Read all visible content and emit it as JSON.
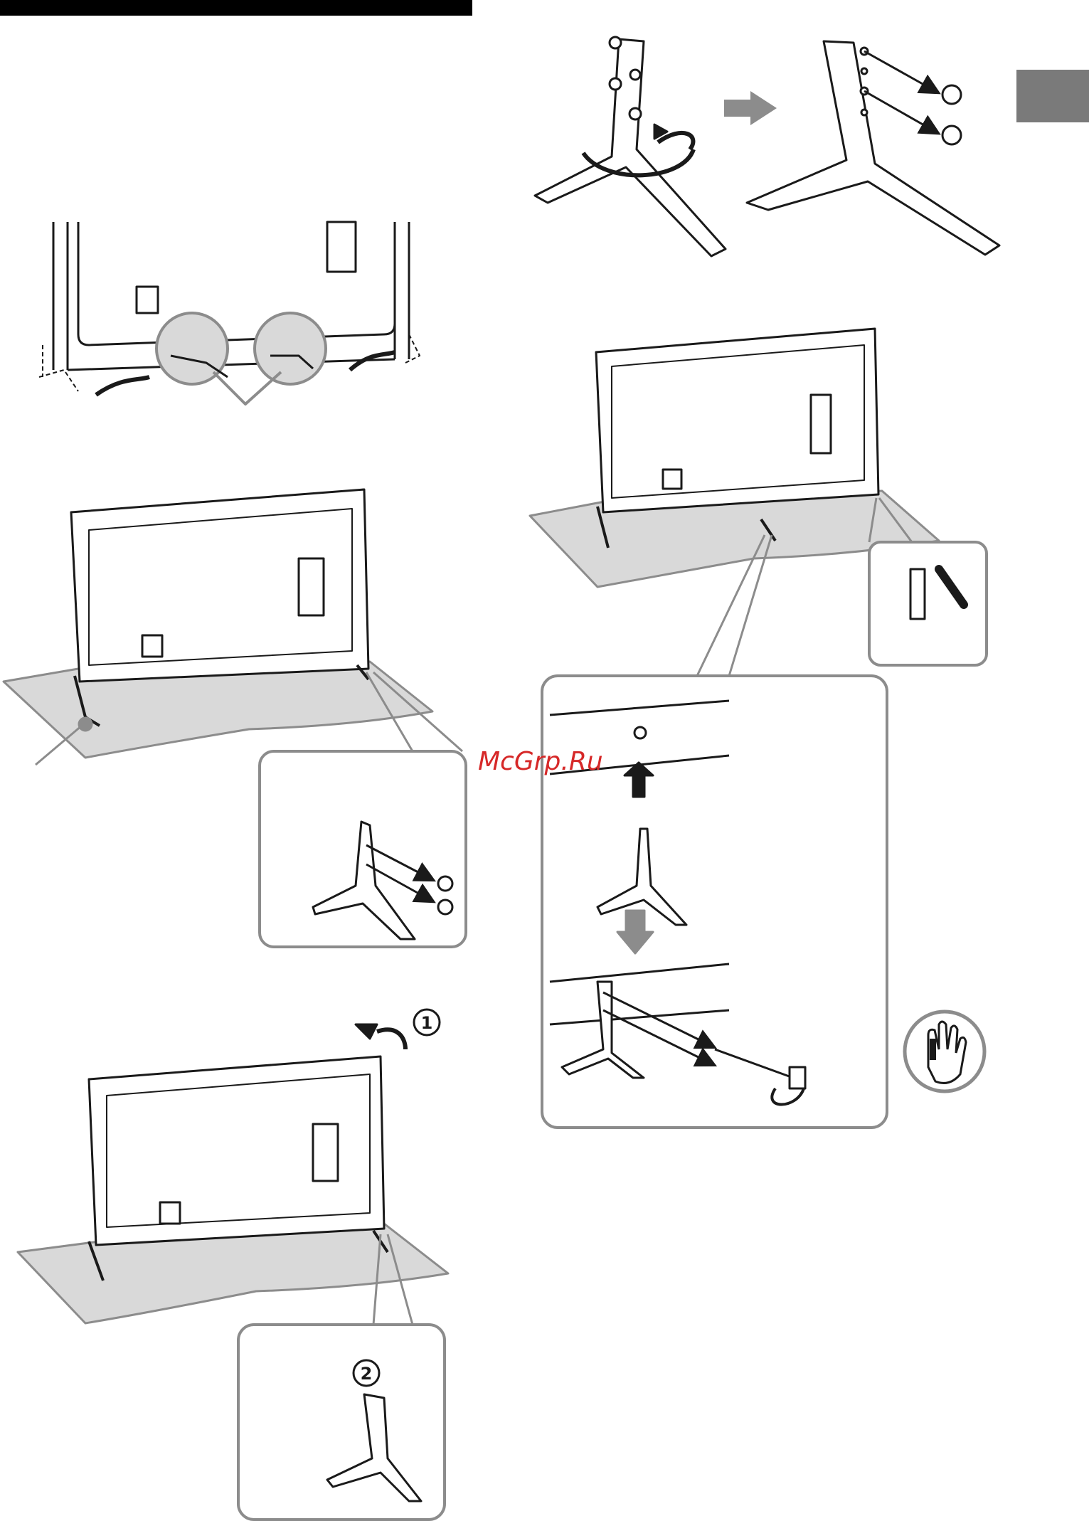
{
  "page": {
    "watermark": "McGrp.Ru",
    "step_callouts": {
      "one": "1",
      "two": "2"
    }
  },
  "icons": {
    "header_bar": "black-header-bar",
    "tab_marker": "gray-section-tab",
    "caution_hand": "hand-pinch-warning-icon"
  },
  "colors": {
    "ink": "#1a1a1a",
    "gray_fill": "#d9d9d9",
    "mid_gray": "#8c8c8c",
    "tab_gray": "#7a7a7a",
    "watermark_red": "#d62828"
  }
}
